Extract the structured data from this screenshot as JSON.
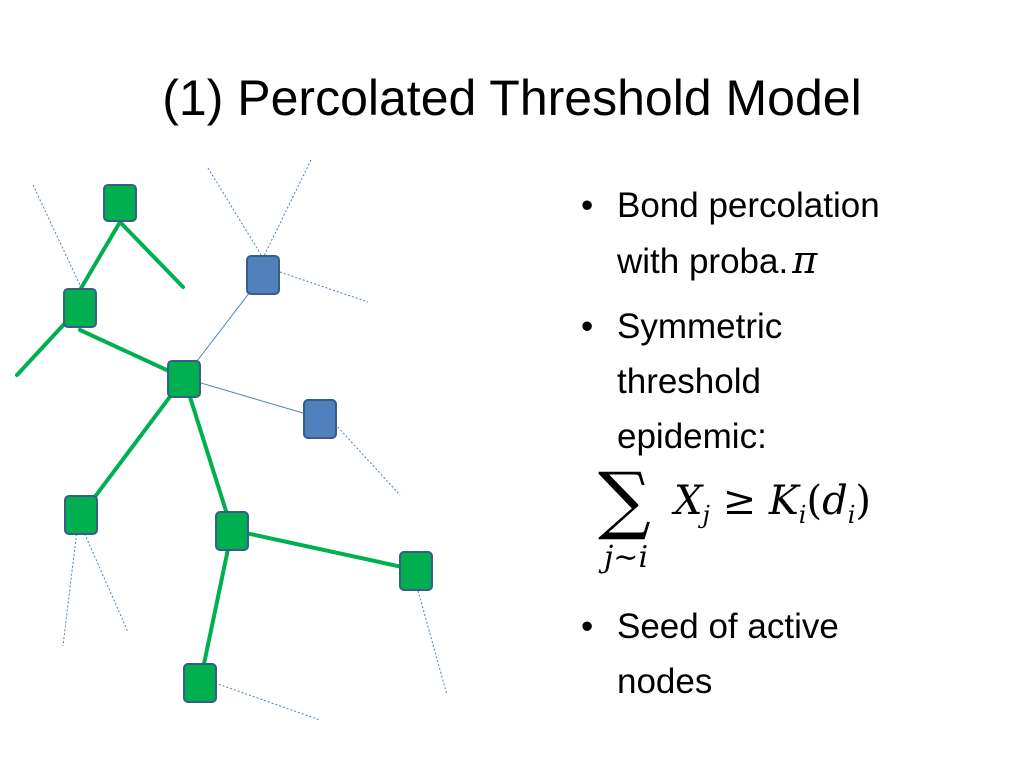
{
  "slide": {
    "title": "(1) Percolated Threshold Model"
  },
  "bullets": [
    {
      "line1": "Bond percolation",
      "line2": "with proba.",
      "symbol": "π"
    },
    {
      "line1": "Symmetric",
      "line2": "threshold",
      "line3": "epidemic:"
    },
    {
      "line1": "Seed of active",
      "line2": "nodes"
    }
  ],
  "formula": {
    "sum_symbol": "∑",
    "sum_index": "j∼i",
    "lhs_var": "X",
    "lhs_sub": "j",
    "relation": "≥",
    "rhs_var": "K",
    "rhs_sub": "i",
    "arg_var": "d",
    "arg_sub": "i"
  },
  "bullet_glyph": "•",
  "colors": {
    "active_node": "#00b050",
    "inactive_node": "#4f81bd",
    "node_border": "#385d8a",
    "open_edge": "#00b050",
    "closed_edge": "#4f81bd"
  }
}
